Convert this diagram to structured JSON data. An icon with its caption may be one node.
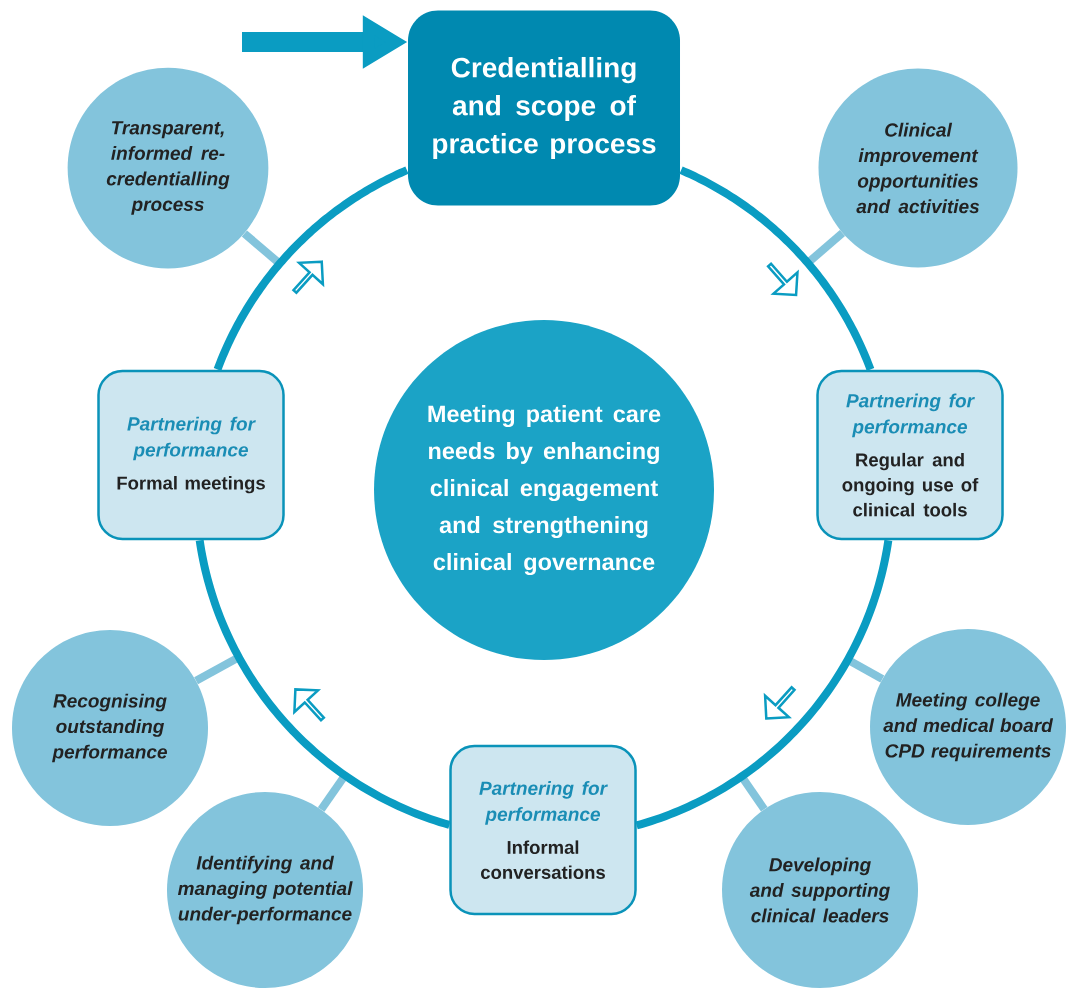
{
  "diagram": {
    "nodes": [
      {
        "text": [
          "Credentialling and scope of practice process"
        ]
      },
      {
        "text": [
          "Transparent, informed re-credentialling process"
        ]
      },
      {
        "text": [
          "Clinical improvement opportunities and activities"
        ]
      },
      {
        "text": [
          "Meeting patient care needs by enhancing clinical engagement and strengthening clinical governance"
        ]
      },
      {
        "text": [
          "Partnering for performance",
          "Formal meetings"
        ]
      },
      {
        "text": [
          "Partnering for performance",
          "Regular and ongoing use of clinical tools"
        ]
      },
      {
        "text": [
          "Recognising outstanding performance"
        ]
      },
      {
        "text": [
          "Meeting college and medical board CPD requirements"
        ]
      },
      {
        "text": [
          "Partnering for performance",
          "Informal conversations"
        ]
      },
      {
        "text": [
          "Identifying and managing potential under-performance"
        ]
      },
      {
        "text": [
          "Developing and supporting clinical leaders"
        ]
      }
    ],
    "edges": [
      {
        "from": 0,
        "to": 5,
        "arrow": "none",
        "color": "#0a9cc2"
      },
      {
        "from": 5,
        "to": 8,
        "arrow": "none",
        "color": "#0a9cc2"
      },
      {
        "from": 8,
        "to": 4,
        "arrow": "none",
        "color": "#0a9cc2"
      },
      {
        "from": 4,
        "to": 0,
        "arrow": "none",
        "color": "#0a9cc2"
      },
      {
        "from": null,
        "to": 0,
        "arrow": "to",
        "style": "thick",
        "color": "#0a9cc2"
      },
      {
        "from": 1,
        "to": null,
        "arrow": "none",
        "color": "#83c4dc"
      },
      {
        "from": 2,
        "to": null,
        "arrow": "none",
        "color": "#83c4dc"
      },
      {
        "from": 6,
        "to": null,
        "arrow": "none",
        "color": "#83c4dc"
      },
      {
        "from": 7,
        "to": null,
        "arrow": "none",
        "color": "#83c4dc"
      },
      {
        "from": 9,
        "to": null,
        "arrow": "none",
        "color": "#83c4dc"
      },
      {
        "from": 10,
        "to": null,
        "arrow": "none",
        "color": "#83c4dc"
      }
    ]
  }
}
